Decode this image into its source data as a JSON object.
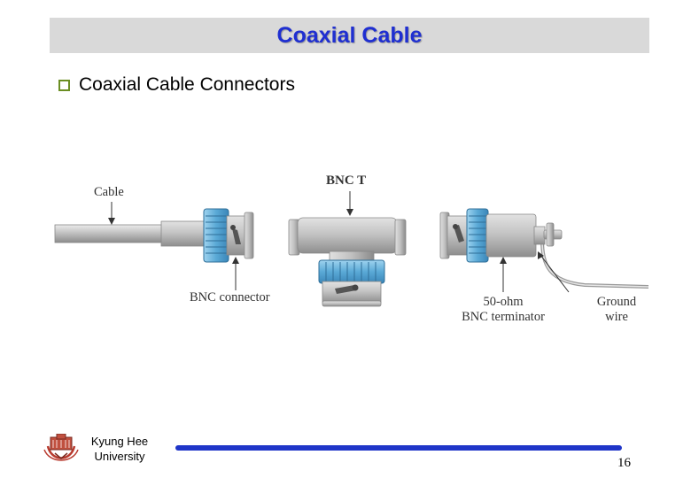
{
  "title": "Coaxial Cable",
  "bullet": "Coaxial Cable Connectors",
  "diagram": {
    "labels": {
      "cable": "Cable",
      "bnc_t": "BNC T",
      "bnc_connector": "BNC connector",
      "terminator_line1": "50-ohm",
      "terminator_line2": "BNC terminator",
      "ground_line1": "Ground",
      "ground_line2": "wire"
    }
  },
  "footer": {
    "university_line1": "Kyung Hee",
    "university_line2": "University",
    "page_number": "16"
  },
  "colors": {
    "title": "#1f2fd1",
    "title_bar": "#d9d9d9",
    "bullet_box": "#6b8e23",
    "footer_line": "#1f35c8",
    "connector_ring": "#5aa9d6"
  }
}
